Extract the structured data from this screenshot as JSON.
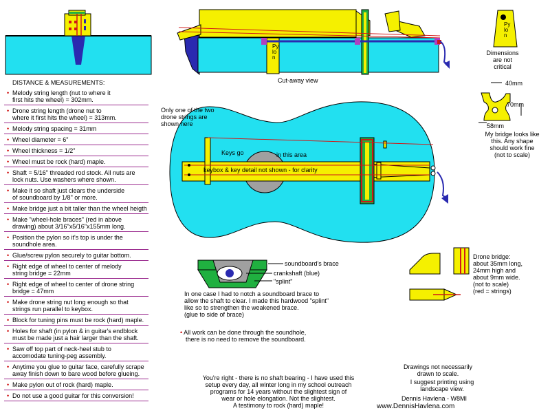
{
  "labels": {
    "cutaway_caption": "Cut-away view",
    "pylon_vertical": "Pylon",
    "pylon_icon_vertical": "Pylon",
    "dimensions_note": [
      "Dimensions",
      "are not",
      "critical"
    ],
    "dim_40": "40mm",
    "dim_70": "70mm",
    "dim_58": "58mm",
    "bridge_note": [
      "My bridge looks like",
      "this. Any shape",
      "should work fine",
      "(not to scale)"
    ],
    "only_one": [
      "Only one of the two",
      "drone strings are",
      "shown here"
    ],
    "keys_go": "Keys go",
    "in_this_area": "in this area",
    "keybox_detail": "keybox & key detail not shown - for clarity",
    "soundboard_brace": "soundboard's brace",
    "crankshaft": "crankshaft (blue)",
    "splint": "\"splint\"",
    "notch_note": [
      "In one case I had to notch a  soundboard brace to",
      "allow the shaft to clear. I made this hardwood \"splint\"",
      "like so to strengthen the weakened brace.",
      "(glue to side of brace)"
    ],
    "drone_bridge": [
      "Drone bridge:",
      "about 35mm long,",
      "24mm high and",
      "about 9mm wide.",
      "(not to scale)",
      "(red = strings)"
    ],
    "work_note": [
      "All work can be done through the soundhole,",
      "there is no need to remove the soundboard."
    ],
    "bearing_note": [
      "You're right - there is no shaft bearing - I have used this",
      "setup every day, all winter long in my school outreach",
      "programs for 14 years without the slightest sign of",
      "wear or hole elongation. Not the slightest.",
      "A testimony to rock (hard) maple!"
    ],
    "drawings_note": [
      "Drawings not necessarily",
      "drawn to scale."
    ],
    "printing_note": [
      "I suggest printing using",
      "landscape view."
    ],
    "author": "Dennis Havlena - W8MI",
    "website": "www.DennisHavlena.com"
  },
  "notes": {
    "header": "DISTANCE & MEASUREMENTS:",
    "items": [
      [
        "Melody string length (nut to where it",
        "first hits the wheel) = 302mm."
      ],
      [
        "Drone string length (drone nut to",
        "where it first hits the wheel) = 313mm."
      ],
      [
        "Melody string spacing = 31mm"
      ],
      [
        "Wheel diameter = 6\""
      ],
      [
        "Wheel thickness = 1/2\""
      ],
      [
        "Wheel must be rock (hard) maple."
      ],
      [
        "Shaft = 5/16\" threaded rod stock. All nuts are",
        "lock nuts. Use washers where shown."
      ],
      [
        "Make it so shaft just clears the underside",
        "of soundboard by 1/8\" or more."
      ],
      [
        "Make bridge just a bit taller than the wheel heigth"
      ],
      [
        "Make \"wheel-hole braces\" (red in above",
        "drawing) about 3/16\"x5/16\"x155mm long."
      ],
      [
        "Position the pylon so it's top is under the",
        "soundhole area."
      ],
      [
        "Glue/screw pylon securely to guitar bottom."
      ],
      [
        "Right edge of wheel to center of melody",
        "string bridge = 22mm"
      ],
      [
        "Right edge of wheel to center of drone string",
        "bridge = 47mm"
      ],
      [
        "Make drone string nut long enough so that",
        "strings run parallel to keybox."
      ],
      [
        "Block for tuning pins must be rock (hard) maple."
      ],
      [
        "Holes for shaft (in pylon & in guitar's endblock",
        "must be made just a hair larger than the shaft."
      ],
      [
        "Saw off top part of neck-heel stub to",
        "accomodate tuning-peg assembly."
      ],
      [
        "Anytime you glue to guitar face, carefully scrape",
        "away finish down to bare wood before glueing."
      ],
      [
        "Make pylon out of rock (hard) maple."
      ],
      [
        "Do not use a good guitar for this conversion!"
      ]
    ]
  },
  "colors": {
    "body": "#22e0f0",
    "wood": "#f5f000",
    "outline": "#000000",
    "string": "#d01818",
    "shaft": "#2a2ab0",
    "wheel": "#20b040",
    "divider": "#9a2a8e",
    "soundhole": "#a0a0a0"
  }
}
